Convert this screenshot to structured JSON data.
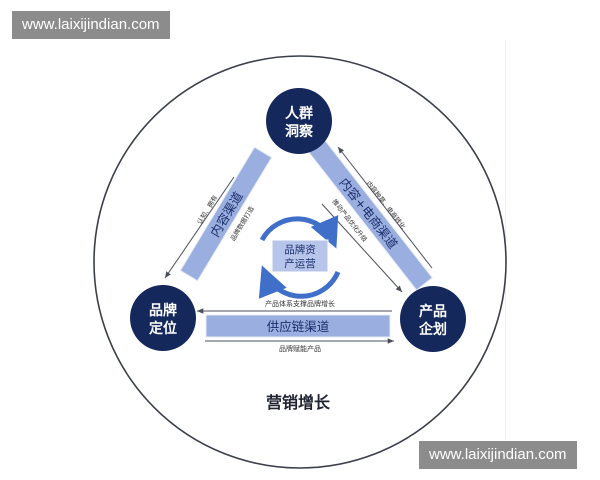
{
  "watermark": {
    "top": "www.laixijindian.com",
    "bottom": "www.laixijindian.com"
  },
  "nodes": {
    "insight": [
      "人群",
      "洞察"
    ],
    "brand": [
      "品牌",
      "定位"
    ],
    "product": [
      "产品",
      "企划"
    ]
  },
  "channels": {
    "content": "内容渠道",
    "content_ecom": "内容+电商渠道",
    "supply": "供应链渠道"
  },
  "annotations": {
    "left_outer": "认知、拥有",
    "left_inner": "品牌数据打造",
    "right_outer": "内容种草、电商转化",
    "right_inner": "推动产品优化升级",
    "bottom_top": "产品体系支撑品牌增长",
    "bottom_bottom": "品牌赋能产品"
  },
  "center": [
    "品牌资",
    "产运营"
  ],
  "footer": "营销增长",
  "colors": {
    "navy": "#15285c",
    "band": "#9aaee0",
    "band_text": "#1a2f6b",
    "arrow": "#4a4f5c",
    "ring": "#3a3f4a",
    "cycle": "#3f6fc8"
  }
}
